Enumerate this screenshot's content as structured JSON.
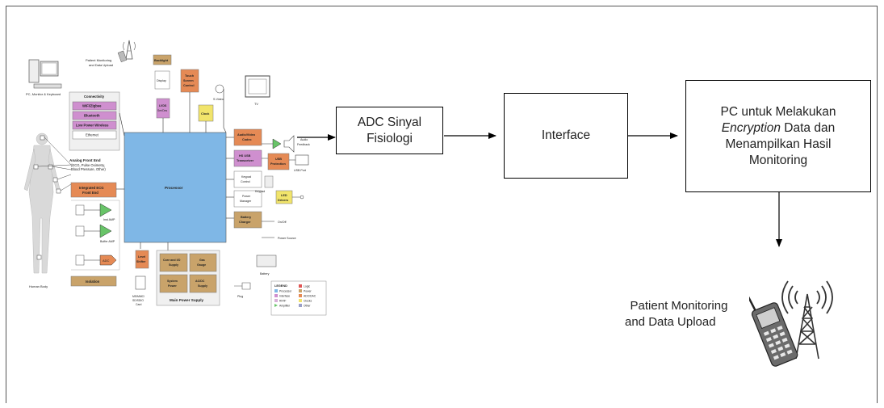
{
  "diagram": {
    "blocks": {
      "adc": "ADC Sinyal\nFisiologi",
      "interface": "Interface",
      "pc_line1": "PC untuk Melakukan",
      "pc_line2_italic": "Encryption",
      "pc_line2_rest": " Data dan",
      "pc_line3": "Menampilkan Hasil",
      "pc_line4": "Monitoring"
    },
    "upload_caption": [
      "Patient Monitoring",
      "and Data Upload"
    ]
  },
  "schematic": {
    "pc_label": "PC, Monitor & Keyboard",
    "patient_upload_label": [
      "Patient Monitoring",
      "and Data Upload"
    ],
    "connectivity_title": "Connectivity",
    "connectivity_items": [
      "WiFi/Zigbee",
      "Bluetooth",
      "Low Power Wireless",
      "Ethernet"
    ],
    "afe_title": [
      "Analog Front End",
      "(ECG, Pulse Oximetry,",
      "Blood Pressure, Other)"
    ],
    "afe_block": [
      "Integrated ECG",
      "Front End"
    ],
    "inst_amp": "Inst AMP",
    "buffer_amp": "Buffer AMP",
    "adc": "ADC",
    "isolation": "Isolation",
    "human_body": "Human Body",
    "backlight": "Backlight",
    "display": "Display",
    "lvds": [
      "LVDS",
      "Ser/Des"
    ],
    "touch": [
      "Touch",
      "Screen",
      "Control"
    ],
    "clock": "Clock",
    "svideo": "S-Video",
    "tv": "TV",
    "processor": "Processor",
    "right_blocks": [
      [
        "Audio/Video",
        "Codec"
      ],
      [
        "HS USB",
        "Transceiver"
      ],
      [
        "Keypad",
        "Control"
      ],
      [
        "Power",
        "Manager"
      ],
      [
        "Battery",
        "Charger"
      ]
    ],
    "usb_protection": [
      "USB",
      "Protection"
    ],
    "usb_port": "USB Port",
    "audio_feedback": [
      "Audio",
      "Feedback"
    ],
    "led_drivers": [
      "LED",
      "Drivers"
    ],
    "keypad": "Keypad",
    "on_off": "On/Off",
    "power_source": "Power Source",
    "battery": "Battery",
    "level_shifter": [
      "Level",
      "Shifter"
    ],
    "card": [
      "MS/MMC/",
      "SD/SDIO",
      "Card"
    ],
    "power_blocks": [
      [
        "Core and I/O",
        "Supply"
      ],
      [
        "Gas",
        "Gauge"
      ],
      [
        "System",
        "Power"
      ],
      [
        "AC/DC",
        "Supply"
      ]
    ],
    "main_power_supply": "Main Power Supply",
    "plug": "Plug",
    "legend_title": "LEGEND",
    "legend_items": [
      "Processor",
      "Interface",
      "RF/IF",
      "Amplifier",
      "Logic",
      "Power",
      "ADC/DAC",
      "Clocks",
      "Other"
    ],
    "colors": {
      "processor": "#7fb7e6",
      "interface": "#cf8fcf",
      "power": "#c9a36a",
      "logic": "#e58a55",
      "amplifier": "#68c468",
      "clock": "#f1e46b"
    }
  }
}
